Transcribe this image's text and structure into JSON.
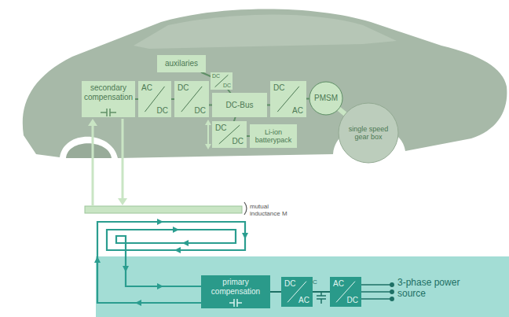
{
  "diagram": {
    "nodes": [
      {
        "text": [
          "auxilaries"
        ]
      },
      {
        "text": [
          "DC",
          "DC"
        ]
      },
      {
        "text": [
          "secondary compensation"
        ]
      },
      {
        "text": [
          "AC",
          "DC"
        ]
      },
      {
        "text": [
          "DC",
          "DC"
        ]
      },
      {
        "text": [
          "DC-Bus"
        ]
      },
      {
        "text": [
          "DC",
          "AC"
        ]
      },
      {
        "text": [
          "PMSM"
        ]
      },
      {
        "text": [
          "single speed gear box"
        ]
      },
      {
        "text": [
          "DC",
          "DC"
        ]
      },
      {
        "text": [
          "Li-ion batterypack"
        ]
      },
      {
        "text": [
          "3-phase power source"
        ]
      },
      {
        "text": [
          "primary compensation"
        ],
        "in": 11
      },
      {
        "text": [
          "DC",
          "AC"
        ],
        "in": 11
      },
      {
        "text": [
          "AC",
          "DC"
        ],
        "in": 11
      }
    ],
    "edges": [
      {
        "from": 2,
        "to": 3,
        "arrow": "none"
      },
      {
        "from": 3,
        "to": 4,
        "arrow": "none"
      },
      {
        "from": 4,
        "to": 5,
        "arrow": "none"
      },
      {
        "from": 5,
        "to": 6,
        "arrow": "none"
      },
      {
        "from": 6,
        "to": 7,
        "arrow": "none"
      },
      {
        "from": 7,
        "to": 8,
        "arrow": "none"
      },
      {
        "from": 0,
        "to": 1,
        "arrow": "none"
      },
      {
        "from": 1,
        "to": 5,
        "arrow": "none"
      },
      {
        "from": 5,
        "to": 9,
        "arrow": "none"
      },
      {
        "from": 9,
        "to": 10,
        "arrow": "none"
      },
      {
        "from": 12,
        "to": 13,
        "arrow": "none"
      },
      {
        "from": 13,
        "to": 14,
        "arrow": "none"
      }
    ],
    "labels": [
      "mutual inductance M",
      "C"
    ]
  }
}
